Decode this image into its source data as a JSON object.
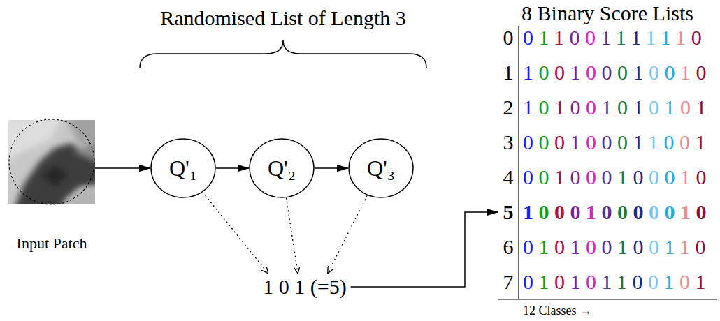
{
  "diagram": {
    "title": "Randomised List of Length 3",
    "nodes": [
      {
        "text": [
          "Input Patch"
        ]
      },
      {
        "text": [
          "Q'₁"
        ]
      },
      {
        "text": [
          "Q'₂"
        ]
      },
      {
        "text": [
          "Q'₃"
        ]
      },
      {
        "text": [
          "1 0 1 (=5)"
        ]
      },
      {
        "text": [
          "8 Binary Score Lists",
          "12 Classes →"
        ]
      }
    ],
    "edges": [
      {
        "from": 0,
        "to": 1,
        "arrow": "to"
      },
      {
        "from": 1,
        "to": 2,
        "arrow": "to"
      },
      {
        "from": 2,
        "to": 3,
        "arrow": "to"
      },
      {
        "from": 1,
        "to": 4,
        "arrow": "to"
      },
      {
        "from": 2,
        "to": 4,
        "arrow": "to"
      },
      {
        "from": 3,
        "to": 4,
        "arrow": "to"
      },
      {
        "from": 4,
        "to": 5,
        "arrow": "to"
      }
    ],
    "labels": [
      "0",
      "011001111110",
      "1",
      "100100010010",
      "2",
      "101001010101",
      "3",
      "000100011001",
      "4",
      "001000100010",
      "5",
      "100010000010",
      "6",
      "010100100110",
      "7",
      "010101100101"
    ]
  }
}
